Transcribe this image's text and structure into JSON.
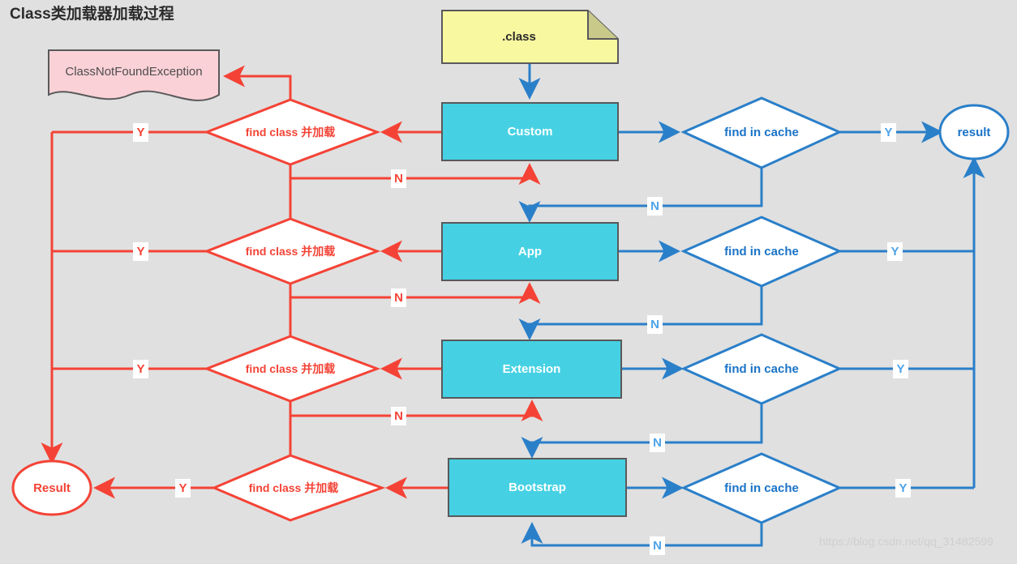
{
  "page": {
    "title": "Class类加载器加载过程",
    "watermark": "https://blog.csdn.net/qq_31482599",
    "background": "#e0e0e0"
  },
  "colors": {
    "red": "#f44336",
    "blue": "#2a7fc9",
    "blue_light": "#4da3e8",
    "cyan_fill": "#45d1e3",
    "yellow_fill": "#f8f8a0",
    "pink_fill": "#fad1d6",
    "node_stroke": "#59595b",
    "white": "#ffffff"
  },
  "nodes": {
    "class_file": {
      "label": ".class",
      "shape": "note"
    },
    "exception": {
      "label": "ClassNotFoundException",
      "shape": "document"
    },
    "result_red": {
      "label": "Result",
      "shape": "ellipse"
    },
    "result_blue": {
      "label": "result",
      "shape": "ellipse"
    },
    "loaders": [
      {
        "label": "Custom",
        "shape": "rect"
      },
      {
        "label": "App",
        "shape": "rect"
      },
      {
        "label": "Extension",
        "shape": "rect"
      },
      {
        "label": "Bootstrap",
        "shape": "rect"
      }
    ],
    "find_class_diamonds": [
      {
        "label": "find class 并加载",
        "shape": "diamond"
      },
      {
        "label": "find class 并加载",
        "shape": "diamond"
      },
      {
        "label": "find class 并加载",
        "shape": "diamond"
      },
      {
        "label": "find class 并加载",
        "shape": "diamond"
      }
    ],
    "find_cache_diamonds": [
      {
        "label": "find in cache",
        "shape": "diamond"
      },
      {
        "label": "find in cache",
        "shape": "diamond"
      },
      {
        "label": "find in cache",
        "shape": "diamond"
      },
      {
        "label": "find in cache",
        "shape": "diamond"
      }
    ]
  },
  "edge_labels": {
    "find_class_yes": [
      "Y",
      "Y",
      "Y",
      "Y"
    ],
    "find_class_no": [
      "N",
      "N",
      "N"
    ],
    "cache_yes": [
      "Y",
      "Y",
      "Y",
      "Y"
    ],
    "cache_no": [
      "N",
      "N",
      "N",
      "N"
    ]
  }
}
